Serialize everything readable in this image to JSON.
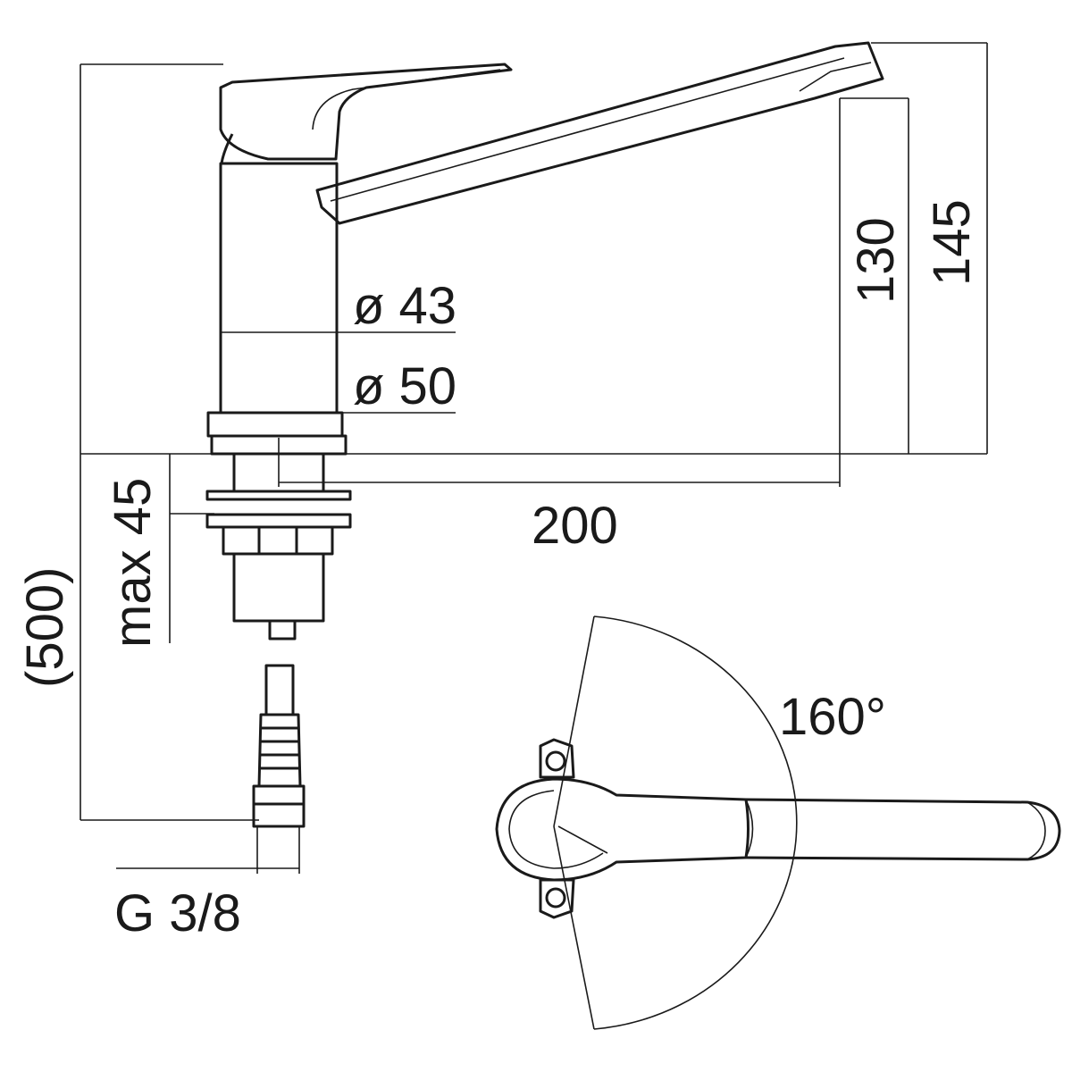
{
  "title": "Kitchen mixer tap technical drawing",
  "dimensions": {
    "dia_43": "ø 43",
    "dia_50": "ø 50",
    "height_130": "130",
    "height_145": "145",
    "reach_200": "200",
    "max_45": "max 45",
    "hose_500": "(500)",
    "thread": "G 3/8",
    "rotation": "160°"
  },
  "colors": {
    "line": "#1a1a1a",
    "background": "#ffffff"
  }
}
